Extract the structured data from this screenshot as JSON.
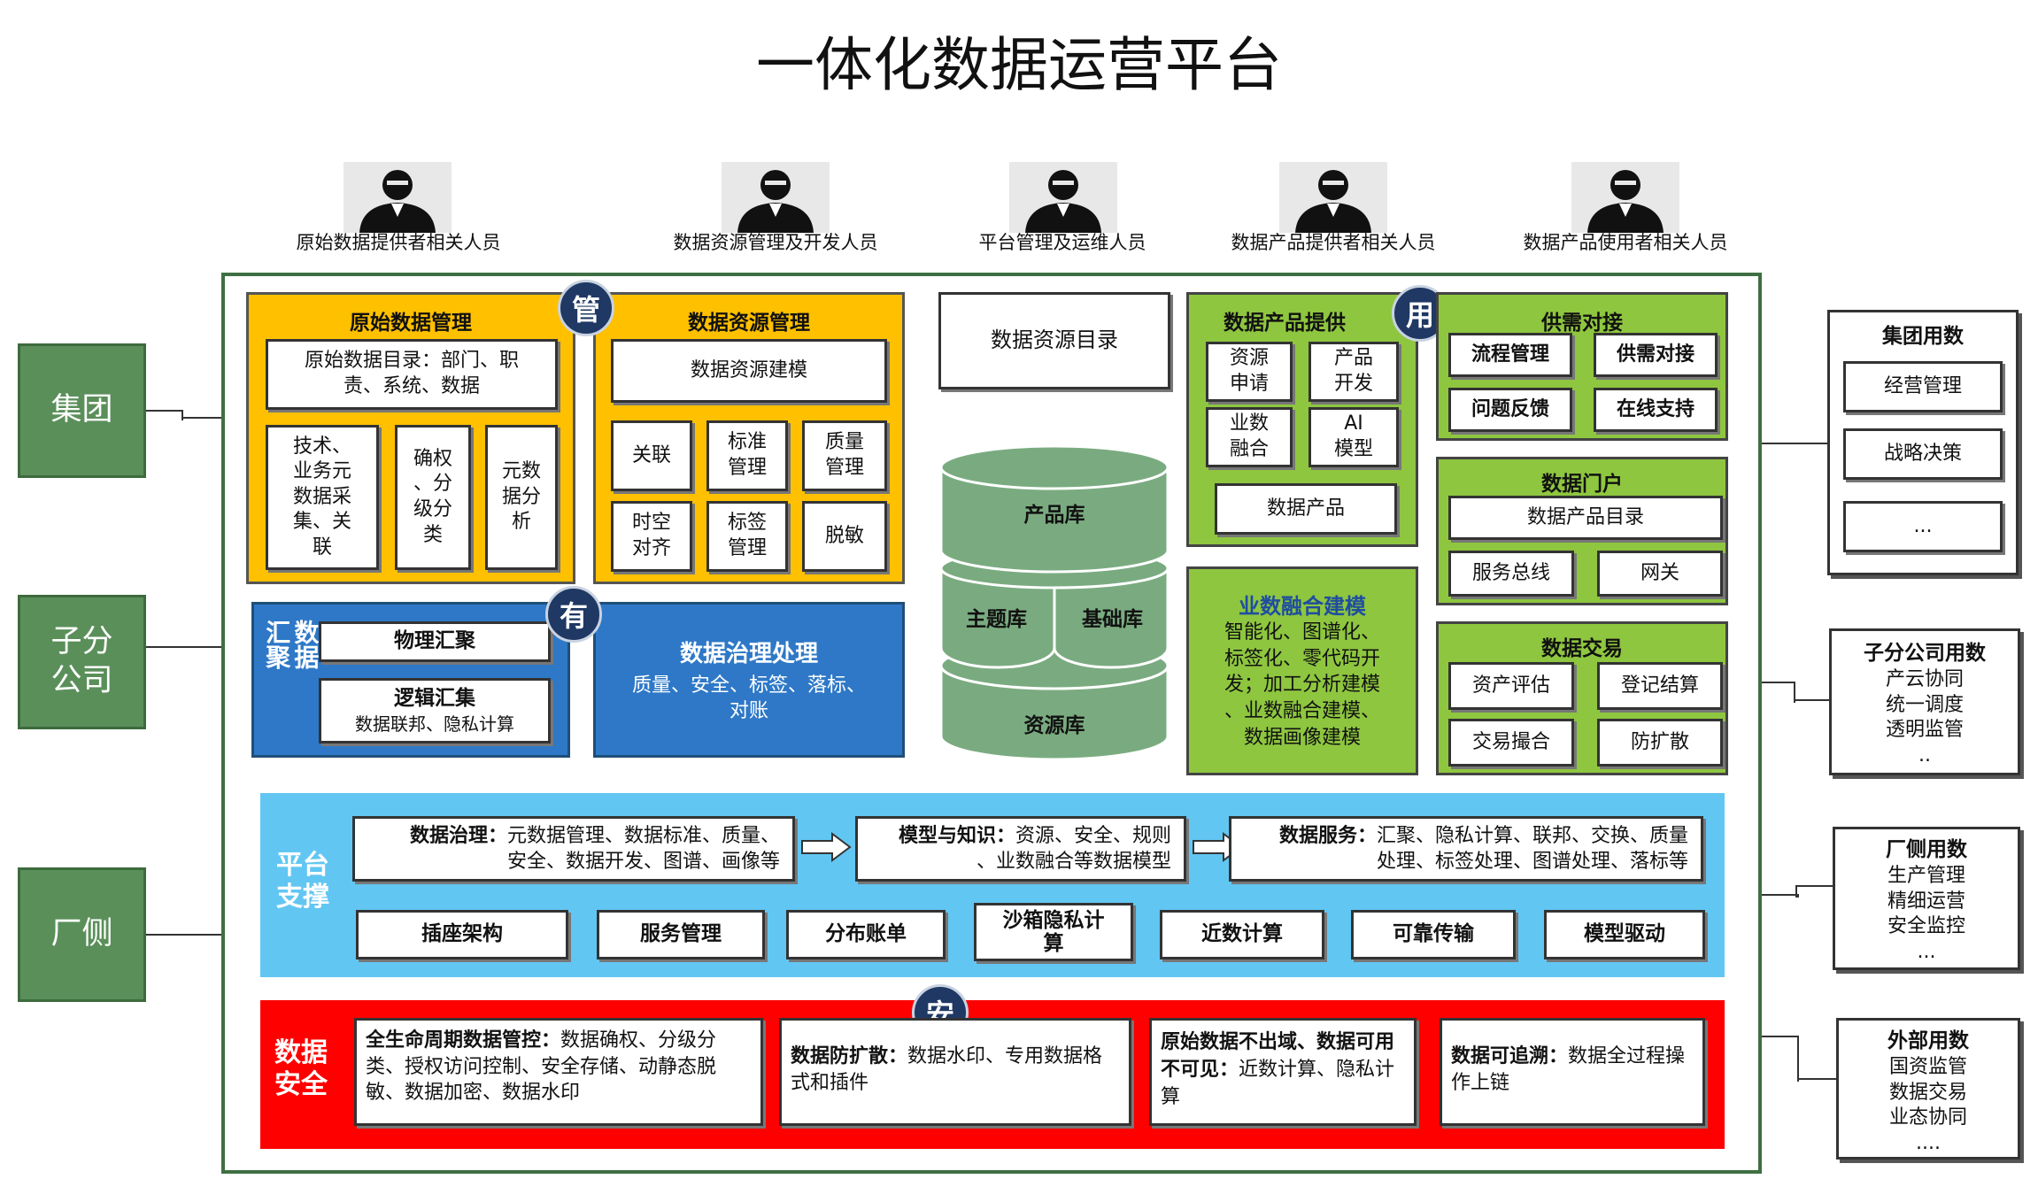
{
  "title": "一体化数据运营平台",
  "roles": [
    "原始数据提供者相关人员",
    "数据资源管理及开发人员",
    "平台管理及运维人员",
    "数据产品提供者相关人员",
    "数据产品使用者相关人员"
  ],
  "left_units": [
    "集团",
    "子分\n公司",
    "厂侧"
  ],
  "badges": {
    "manage": "管",
    "have": "有",
    "use": "用",
    "safe": "安"
  },
  "raw_data_mgmt": {
    "title": "原始数据管理",
    "catalog": "原始数据目录：部门、职\n责、系统、数据",
    "items": [
      "技术、\n业务元\n数据采\n集、关\n联",
      "确权\n、分\n级分\n类",
      "元数\n据分\n析"
    ]
  },
  "resource_mgmt": {
    "title": "数据资源管理",
    "modeling": "数据资源建模",
    "items": [
      "关联",
      "标准\n管理",
      "质量\n管理",
      "时空\n对齐",
      "标签\n管理",
      "脱敏"
    ]
  },
  "resource_catalog": "数据资源目录",
  "databases": {
    "product": "产品库",
    "topic": "主题库",
    "base": "基础库",
    "resource": "资源库"
  },
  "aggregation": {
    "label": "数据\n汇聚",
    "physical": "物理汇聚",
    "logical": "逻辑汇集",
    "logical_sub": "数据联邦、隐私计算"
  },
  "governance": {
    "title": "数据治理处理",
    "desc": "质量、安全、标签、落标、\n对账"
  },
  "product_supply": {
    "title": "数据产品提供",
    "items": [
      "资源\n申请",
      "产品\n开发",
      "业数\n融合",
      "AI\n模型"
    ],
    "product": "数据产品"
  },
  "fusion_modeling": {
    "title": "业数融合建模",
    "desc": "智能化、图谱化、\n标签化、零代码开\n发；加工分析建模\n、业数融合建模、\n数据画像建模"
  },
  "supply_demand": {
    "title": "供需对接",
    "items": [
      "流程管理",
      "供需对接",
      "问题反馈",
      "在线支持"
    ]
  },
  "portal": {
    "title": "数据门户",
    "catalog": "数据产品目录",
    "items": [
      "服务总线",
      "网关"
    ]
  },
  "trading": {
    "title": "数据交易",
    "items": [
      "资产评估",
      "登记结算",
      "交易撮合",
      "防扩散"
    ]
  },
  "platform": {
    "label": "平台\n支撑",
    "flow": [
      {
        "bold": "数据治理：",
        "text": "元数据管理、数据标准、质量、\n安全、数据开发、图谱、画像等"
      },
      {
        "bold": "模型与知识：",
        "text": "资源、安全、规则\n、业数融合等数据模型"
      },
      {
        "bold": "数据服务：",
        "text": "汇聚、隐私计算、联邦、交换、质量\n处理、标签处理、图谱处理、落标等"
      }
    ],
    "modules": [
      "插座架构",
      "服务管理",
      "分布账单",
      "沙箱隐私计\n算",
      "近数计算",
      "可靠传输",
      "模型驱动"
    ]
  },
  "security": {
    "label": "数据\n安全",
    "items": [
      {
        "bold": "全生命周期数据管控：",
        "text": "数据确权、分级分类、授权访问控制、安全存储、动静态脱敏、数据加密、数据水印"
      },
      {
        "bold": "数据防扩散：",
        "text": "数据水印、专用数据格式和插件"
      },
      {
        "bold": "原始数据不出域、数据可用不可见：",
        "text": "近数计算、隐私计算"
      },
      {
        "bold": "数据可追溯：",
        "text": "数据全过程操作上链"
      }
    ]
  },
  "usage": [
    {
      "title": "集团用数",
      "items": [
        "经营管理",
        "战略决策",
        "..."
      ]
    },
    {
      "title": "子分公司用数",
      "text": "产云协同\n统一调度\n透明监管\n.."
    },
    {
      "title": "厂侧用数",
      "text": "生产管理\n精细运营\n安全监控\n..."
    },
    {
      "title": "外部用数",
      "text": "国资监管\n数据交易\n业态协同\n...."
    }
  ],
  "colors": {
    "green_side": "#5a8f5a",
    "yellow": "#ffc000",
    "green": "#8ec63f",
    "blue": "#2e78c7",
    "sky": "#62c6f2",
    "red": "#ff0000",
    "navy": "#1f3864"
  },
  "icons": [
    "person-icon",
    "arrow-right-icon",
    "database-icon"
  ]
}
